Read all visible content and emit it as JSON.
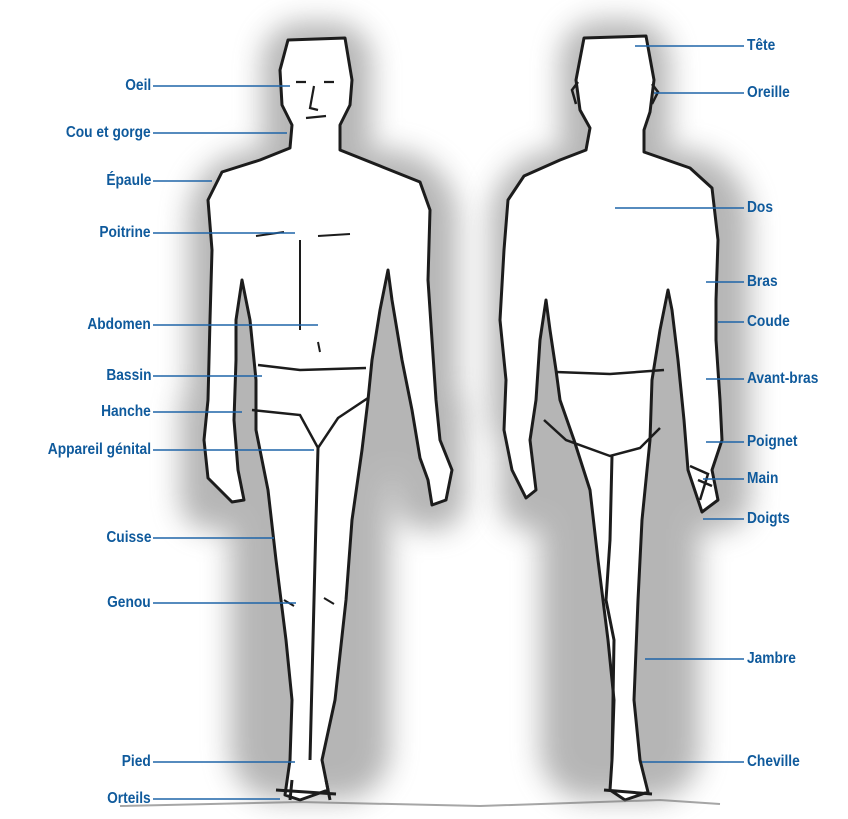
{
  "colors": {
    "label_text": "#0f5a9c",
    "leader_line": "#1f65a8",
    "ink": "#1c1c1c",
    "halo": "#7a7a7a"
  },
  "front_labels": {
    "oeil": "Oeil",
    "cou": "Cou et gorge",
    "epaule": "Épaule",
    "poitrine": "Poitrine",
    "abdomen": "Abdomen",
    "bassin": "Bassin",
    "hanche": "Hanche",
    "appareil": "Appareil génital",
    "cuisse": "Cuisse",
    "genou": "Genou",
    "pied": "Pied",
    "orteils": "Orteils"
  },
  "back_labels": {
    "tete": "Tête",
    "oreille": "Oreille",
    "dos": "Dos",
    "bras": "Bras",
    "coude": "Coude",
    "avant_bras": "Avant-bras",
    "poignet": "Poignet",
    "main": "Main",
    "doigts": "Doigts",
    "jambre": "Jambre",
    "cheville": "Cheville"
  }
}
